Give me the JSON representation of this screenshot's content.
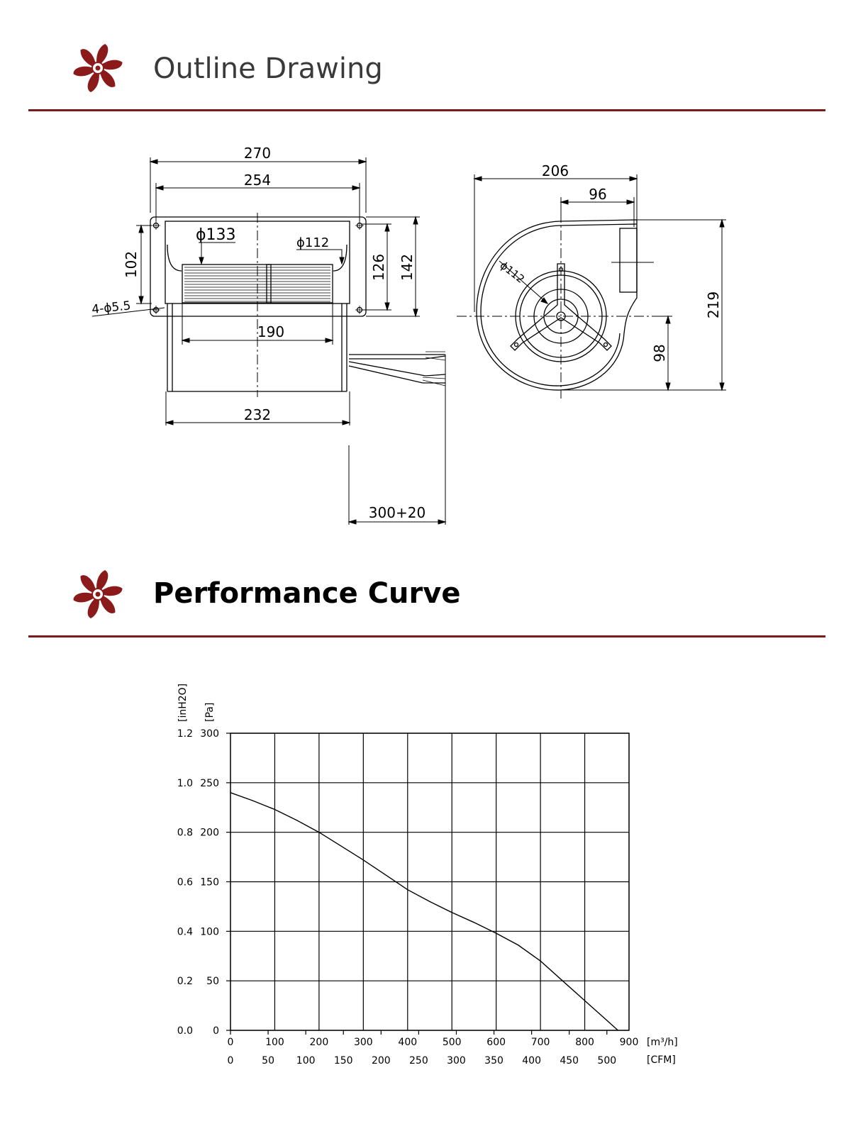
{
  "sections": {
    "outline": {
      "title": "Outline Drawing"
    },
    "performance": {
      "title": "Performance Curve"
    }
  },
  "outline_drawing": {
    "front_view": {
      "dim_overall_width": "270",
      "dim_mount_spacing": "254",
      "dim_impeller_diameter": "ϕ133",
      "dim_motor_diameter": "ϕ112",
      "dim_mount_height": "102",
      "dim_inner_height": "126",
      "dim_flange_height": "142",
      "dim_mount_holes": "4-ϕ5.5",
      "dim_impeller_width": "190",
      "dim_housing_width": "232",
      "dim_lead_length": "300+20"
    },
    "side_view": {
      "dim_depth": "206",
      "dim_outlet": "96",
      "dim_motor_diameter": "ϕ112",
      "dim_total_height": "219",
      "dim_center_height": "98"
    }
  },
  "colors": {
    "accent": "#7a1a1a",
    "logo": "#8b1a1a"
  },
  "icons": {
    "section_logo": "fan-impeller-icon"
  },
  "chart_data": {
    "type": "line",
    "title": "",
    "ylabel_primary": "[inH2O]",
    "ylabel_secondary": "[Pa]",
    "xlabel_primary": "[m³/h]",
    "xlabel_secondary": "[CFM]",
    "xlim": [
      0,
      900
    ],
    "ylim": [
      0,
      300
    ],
    "grid": true,
    "x_ticks": [
      "0",
      "100",
      "200",
      "300",
      "400",
      "500",
      "600",
      "700",
      "800",
      "900"
    ],
    "x_ticks_secondary": [
      "0",
      "50",
      "100",
      "150",
      "200",
      "250",
      "300",
      "350",
      "400",
      "450",
      "500"
    ],
    "y_ticks": [
      "0",
      "50",
      "100",
      "150",
      "200",
      "250",
      "300"
    ],
    "y_ticks_secondary": [
      "0.0",
      "0.2",
      "0.4",
      "0.6",
      "0.8",
      "1.0",
      "1.2"
    ],
    "series": [
      {
        "x": [
          0,
          50,
          100,
          150,
          200,
          250,
          300,
          350,
          400,
          450,
          500,
          550,
          600,
          650,
          700,
          750,
          800,
          850,
          875
        ],
        "y": [
          240,
          232,
          223,
          212,
          200,
          186,
          172,
          157,
          142,
          130,
          119,
          109,
          98,
          86,
          70,
          50,
          30,
          10,
          0
        ]
      }
    ]
  }
}
